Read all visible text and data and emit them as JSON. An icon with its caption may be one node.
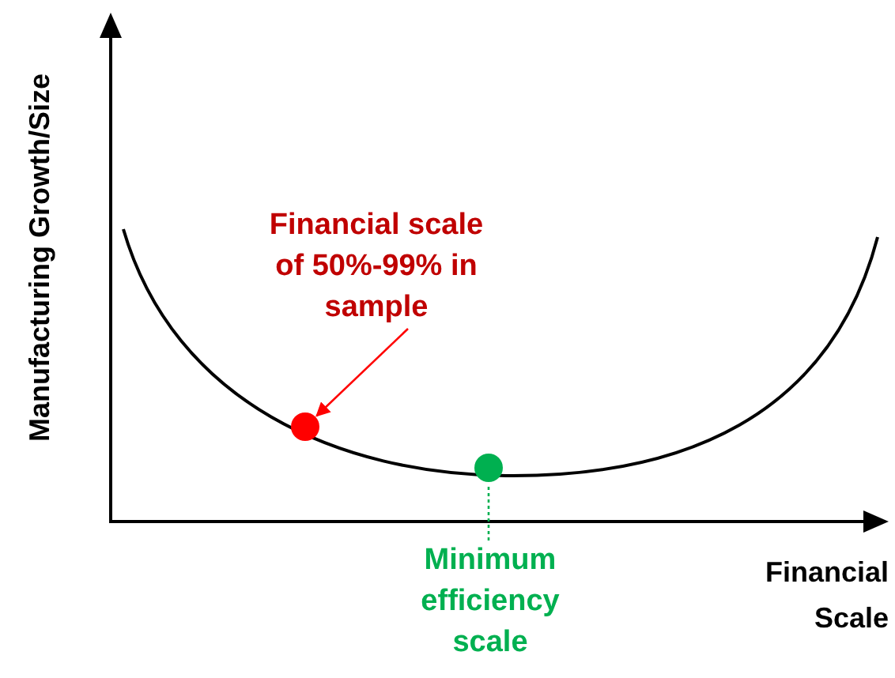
{
  "diagram": {
    "nodes": [
      {
        "text": [
          "Financial scale of 50%-99% in sample"
        ]
      },
      {
        "text": [],
        "shape": "circle"
      },
      {
        "text": [],
        "shape": "circle"
      },
      {
        "text": [
          "Minimum efficiency scale"
        ]
      }
    ],
    "edges": [
      {
        "from": 0,
        "to": 1,
        "arrow": "to",
        "color": "#ff0000"
      },
      {
        "from": 3,
        "to": 2,
        "arrow": "none",
        "style": "dashed",
        "color": "#00b050"
      }
    ],
    "labels": [
      "Manufacturing Growth/Size",
      "Financial Scale"
    ]
  }
}
